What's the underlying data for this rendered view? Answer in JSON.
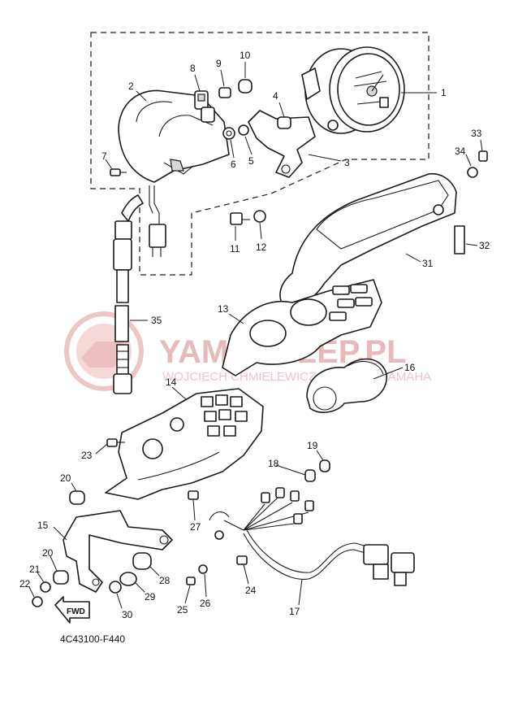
{
  "diagram_code": "4C43100-F440",
  "fwd_label": "FWD",
  "watermark": {
    "main": "YAMASKLEP.PL",
    "sub": "WOJCIECH CHMIELEWICZ LICENCJA YAMAHA"
  },
  "callouts": [
    "1",
    "2",
    "3",
    "4",
    "5",
    "6",
    "7",
    "8",
    "9",
    "10",
    "11",
    "12",
    "13",
    "14",
    "15",
    "16",
    "17",
    "18",
    "19",
    "20",
    "20",
    "21",
    "22",
    "23",
    "24",
    "25",
    "26",
    "27",
    "28",
    "29",
    "30",
    "31",
    "32",
    "33",
    "34",
    "35"
  ],
  "colors": {
    "line": "#1a1a1a",
    "watermark": "#e8b9b9",
    "background": "#ffffff"
  }
}
